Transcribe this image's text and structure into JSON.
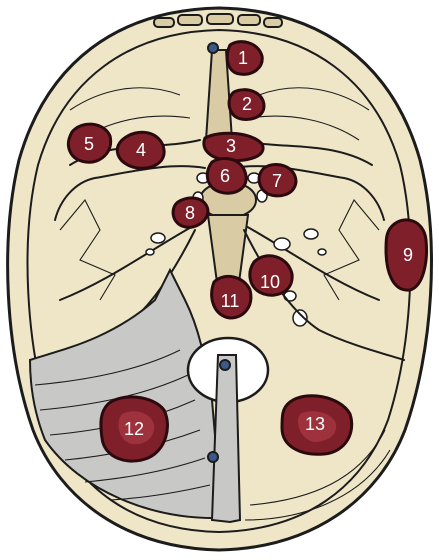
{
  "figure": {
    "background": "#ffffff",
    "bone_color": "#efe6c8",
    "lesion_color": "#7e1f2a",
    "label_color": "#ffffff"
  },
  "lesions": [
    {
      "label": "1"
    },
    {
      "label": "2"
    },
    {
      "label": "3"
    },
    {
      "label": "4"
    },
    {
      "label": "5"
    },
    {
      "label": "6"
    },
    {
      "label": "7"
    },
    {
      "label": "8"
    },
    {
      "label": "9"
    },
    {
      "label": "10"
    },
    {
      "label": "11"
    },
    {
      "label": "12"
    },
    {
      "label": "13"
    }
  ]
}
